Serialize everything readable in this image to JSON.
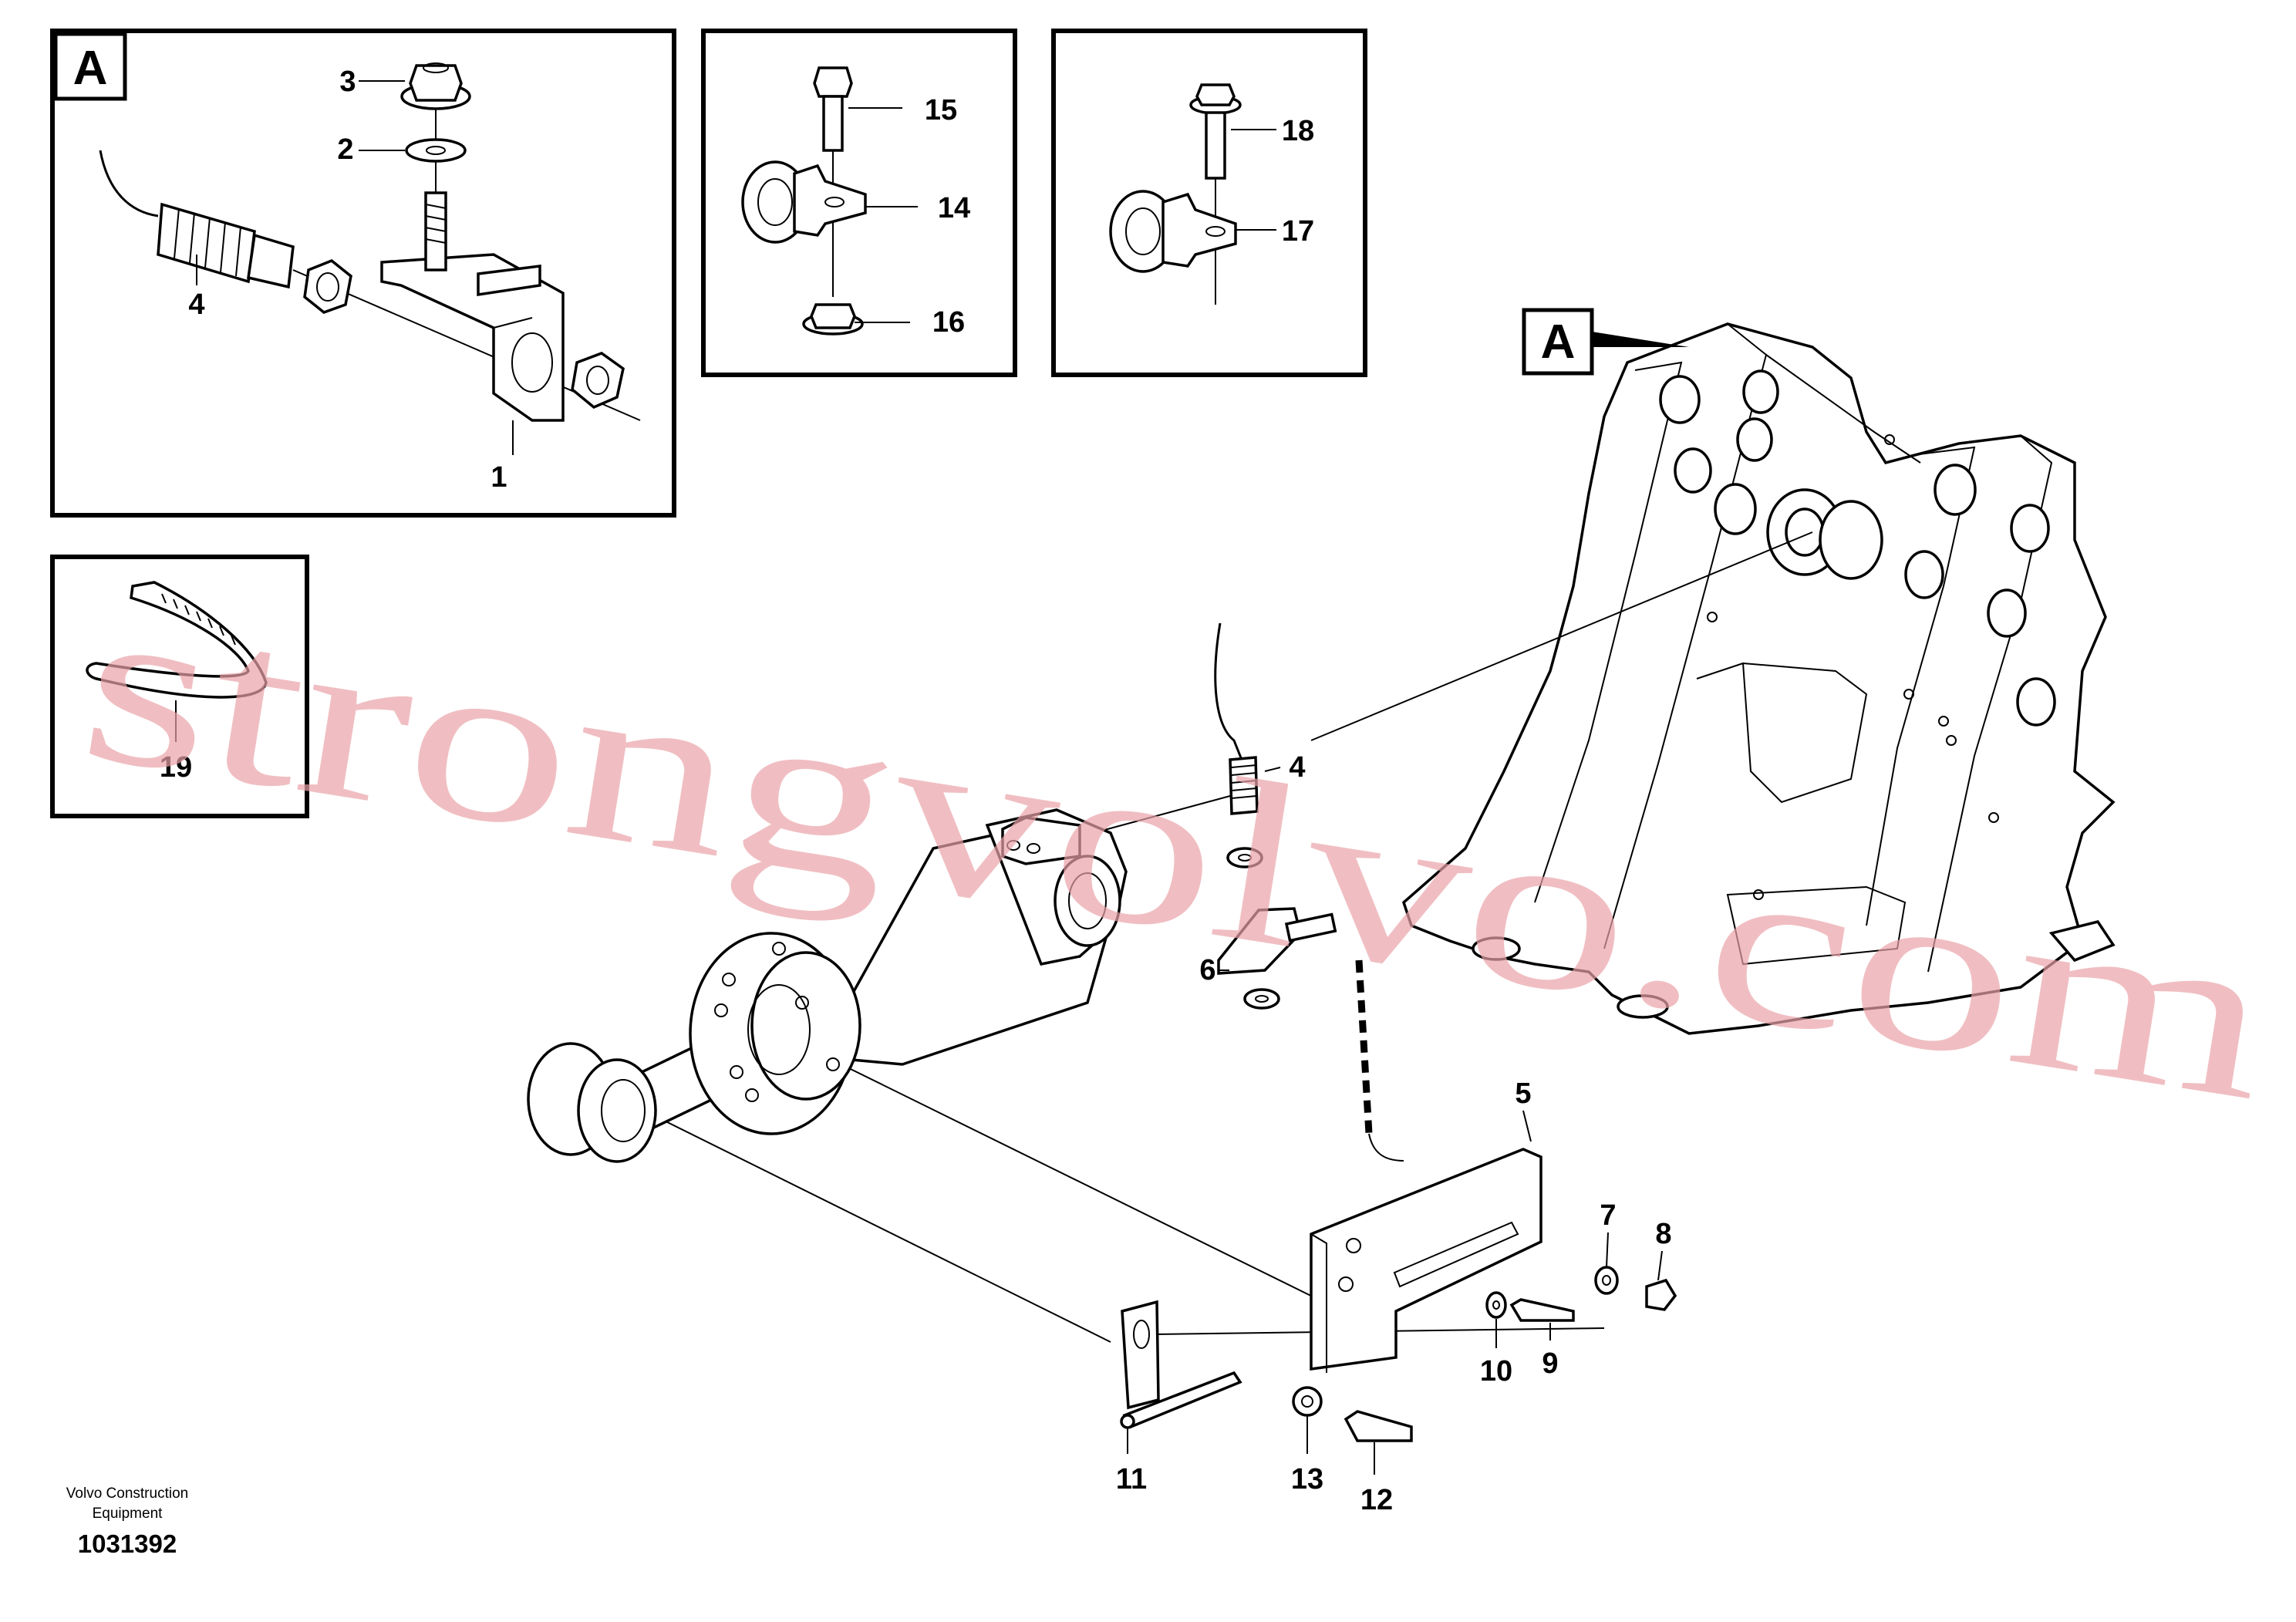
{
  "detail_label": "A",
  "callouts": {
    "c1": "1",
    "c2": "2",
    "c3": "3",
    "c4": "4",
    "c4b": "4",
    "c5": "5",
    "c6": "6",
    "c7": "7",
    "c8": "8",
    "c9": "9",
    "c10": "10",
    "c11": "11",
    "c12": "12",
    "c13": "13",
    "c14": "14",
    "c15": "15",
    "c16": "16",
    "c17": "17",
    "c18": "18",
    "c19": "19"
  },
  "footer": {
    "maker_line1": "Volvo Construction",
    "maker_line2": "Equipment",
    "drawing_number": "1031392"
  },
  "watermark": "strongvolvo.com",
  "colors": {
    "line": "#000000",
    "watermark": "#e9a3a8"
  }
}
